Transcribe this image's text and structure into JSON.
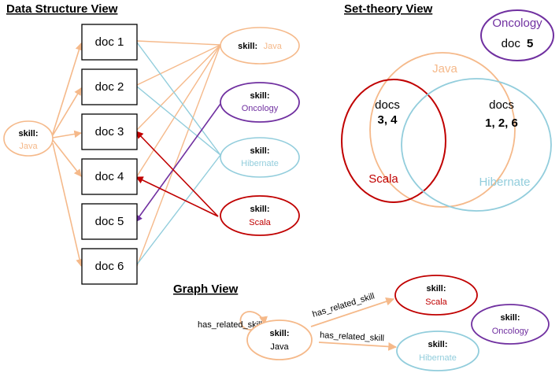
{
  "colors": {
    "java": "#F5B98A",
    "oncology": "#7030A0",
    "hibernate": "#92CDDC",
    "scala": "#C00000",
    "black": "#000000"
  },
  "titles": {
    "data_structure": "Data Structure View",
    "set_theory": "Set-theory View",
    "graph": "Graph View"
  },
  "data_structure": {
    "source": {
      "key": "skill:",
      "value": "Java"
    },
    "docs": [
      "doc 1",
      "doc 2",
      "doc 3",
      "doc 4",
      "doc 5",
      "doc 6"
    ],
    "skills": [
      {
        "key": "skill:",
        "value": "Java"
      },
      {
        "key": "skill:",
        "value": "Oncology"
      },
      {
        "key": "skill:",
        "value": "Hibernate"
      },
      {
        "key": "skill:",
        "value": "Scala"
      }
    ]
  },
  "set_theory": {
    "oncology": {
      "name": "Oncology",
      "docs_prefix": "doc",
      "docs_num": "5"
    },
    "java": {
      "name": "Java"
    },
    "scala": {
      "name": "Scala"
    },
    "hibernate": {
      "name": "Hibernate"
    },
    "scala_java": {
      "line1": "docs",
      "line2": "3, 4"
    },
    "java_hibernate": {
      "line1": "docs",
      "line2": "1, 2, 6"
    }
  },
  "graph": {
    "self_loop_label": "has_related_skill",
    "edge_scala_label": "has_related_skill",
    "edge_hibernate_label": "has_related_skill",
    "java": {
      "key": "skill:",
      "value": "Java"
    },
    "scala": {
      "key": "skill:",
      "value": "Scala"
    },
    "hibernate": {
      "key": "skill:",
      "value": "Hibernate"
    },
    "oncology": {
      "key": "skill:",
      "value": "Oncology"
    }
  }
}
